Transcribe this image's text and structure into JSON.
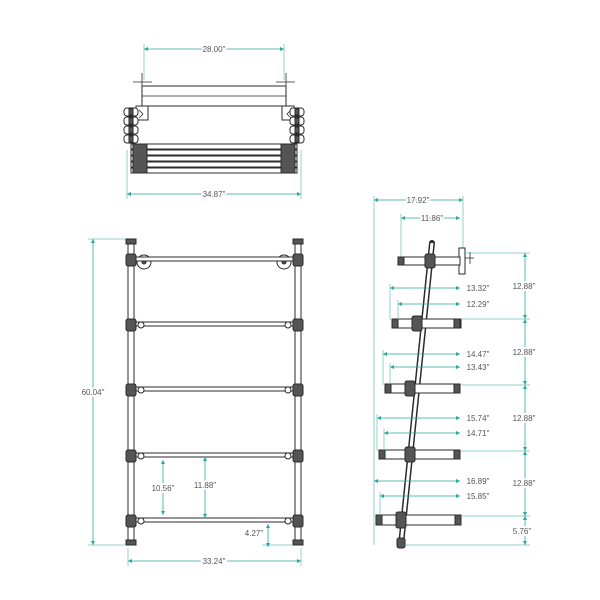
{
  "colors": {
    "dimension_line": "#2aa79b",
    "outline": "#2b2b2b",
    "text": "#555555",
    "background": "#ffffff"
  },
  "top_view": {
    "inner_width": "28.00\"",
    "overall_width": "34.87\""
  },
  "front_view": {
    "height": "60.04\"",
    "width": "33.24\"",
    "shelf_gap": "11.88\"",
    "inner_gap": "10.56\"",
    "bottom_offset": "4.27\""
  },
  "side_view": {
    "top_depth": "17.92\"",
    "shelf_depths": [
      "11.86\"",
      "13.32\"",
      "12.29\"",
      "14.47\"",
      "13.43\"",
      "15.74\"",
      "14.71\"",
      "16.89\"",
      "15.85\""
    ],
    "vertical_spacings": [
      "12.88\"",
      "12.88\"",
      "12.88\"",
      "12.88\""
    ],
    "bottom_height": "5.76\""
  }
}
